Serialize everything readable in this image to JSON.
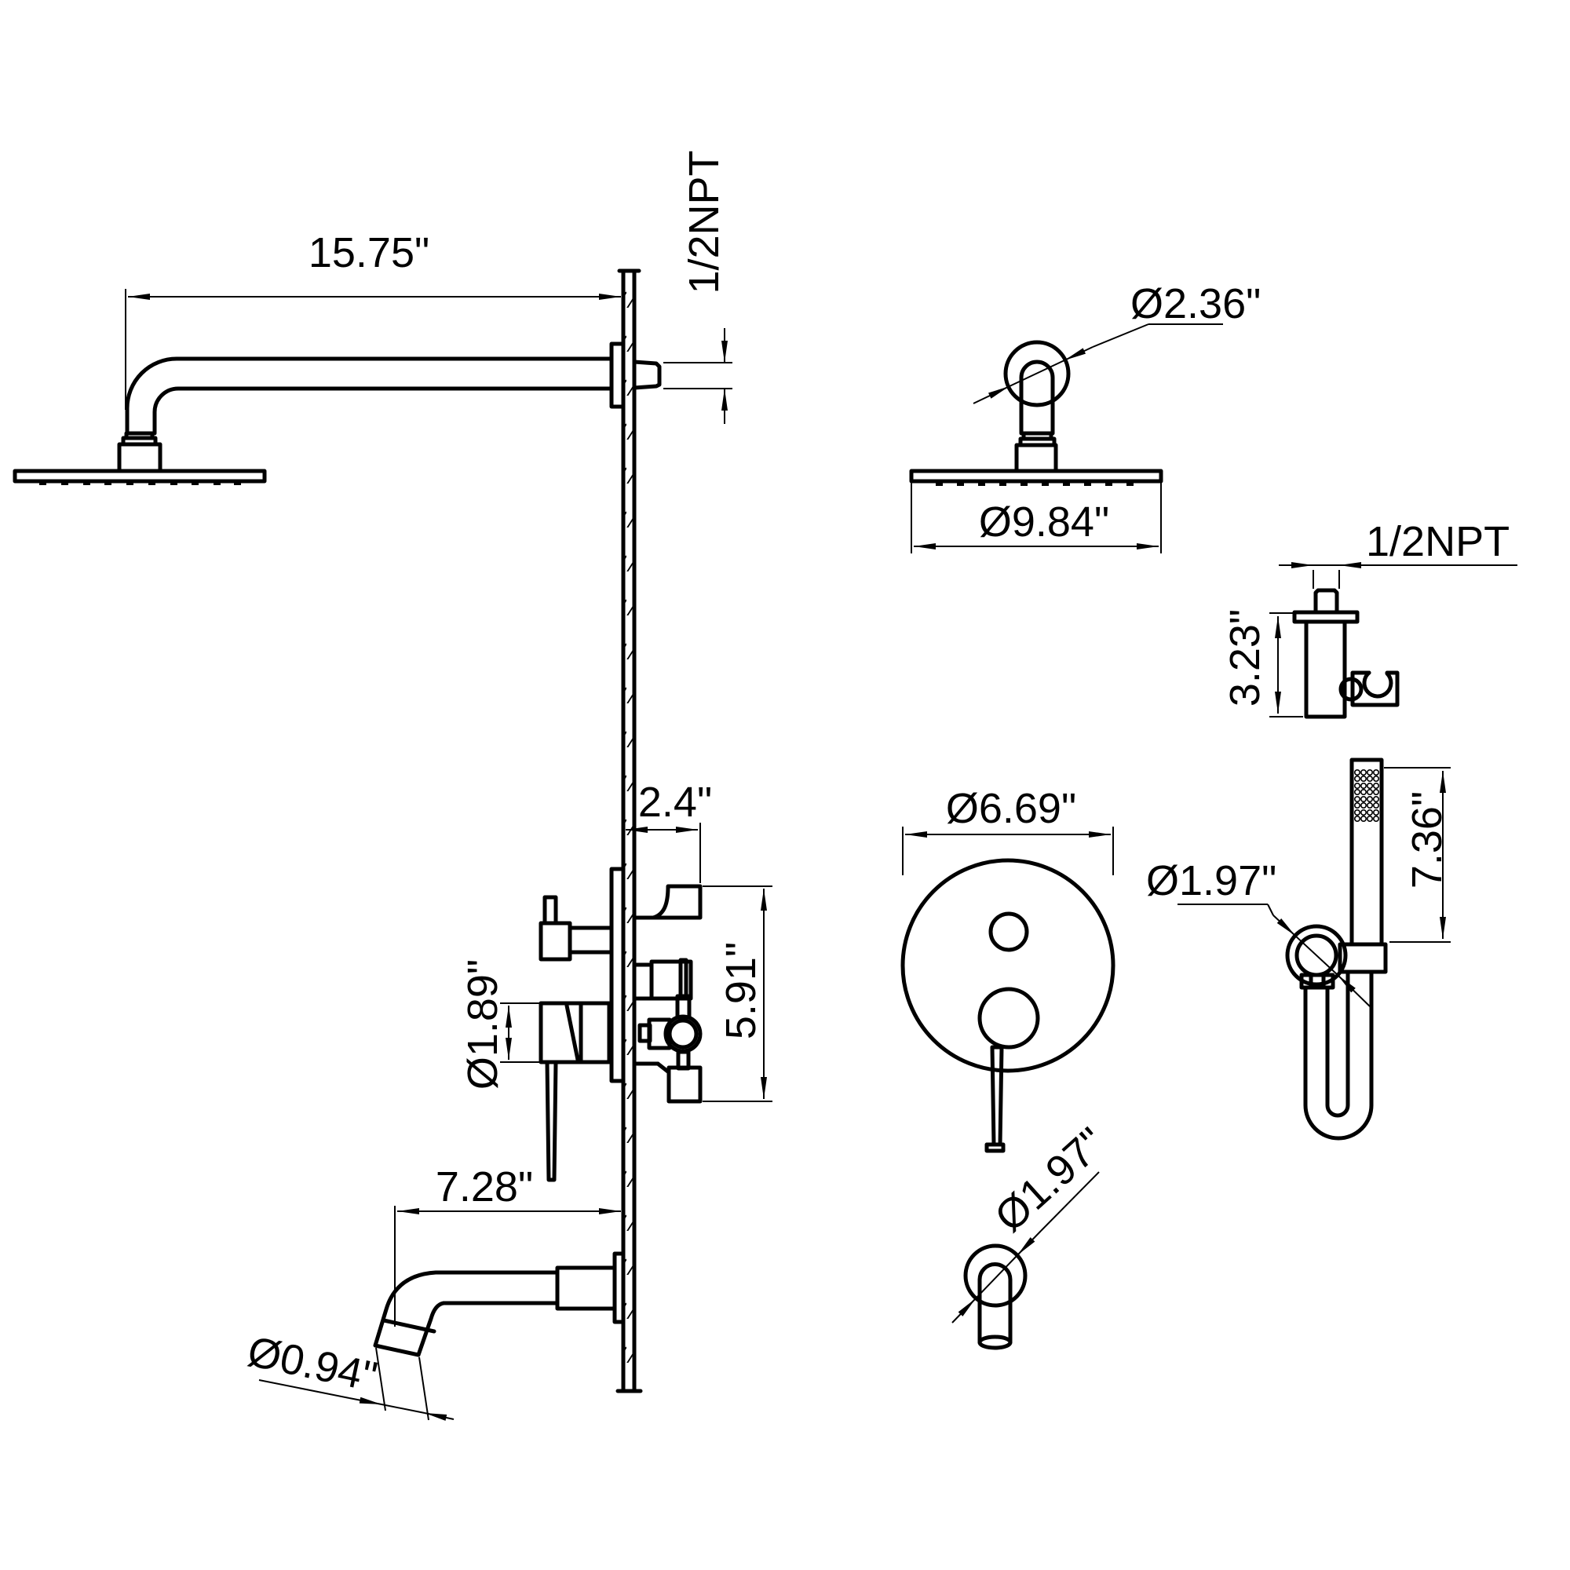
{
  "drawing": {
    "background": "#ffffff",
    "line_color": "#000000",
    "views": {
      "shower_arm_side": {
        "arm_length": "15.75\"",
        "wall_thread": "1/2NPT"
      },
      "shower_head_front": {
        "connector_diameter": "Ø2.36\"",
        "head_diameter": "Ø9.84\""
      },
      "hand_shower_holder": {
        "thread": "1/2NPT",
        "height": "3.23\""
      },
      "valve_side": {
        "depth": "2.4\"",
        "handle_diameter": "Ø1.89\"",
        "height": "5.91\""
      },
      "valve_front": {
        "plate_diameter": "Ø6.69\""
      },
      "hand_shower": {
        "outlet_diameter": "Ø1.97\"",
        "wand_length": "7.36\""
      },
      "tub_spout_side": {
        "length": "7.28\"",
        "tip_diameter": "Ø0.94\""
      },
      "tub_spout_front": {
        "diameter": "Ø1.97\""
      }
    }
  }
}
